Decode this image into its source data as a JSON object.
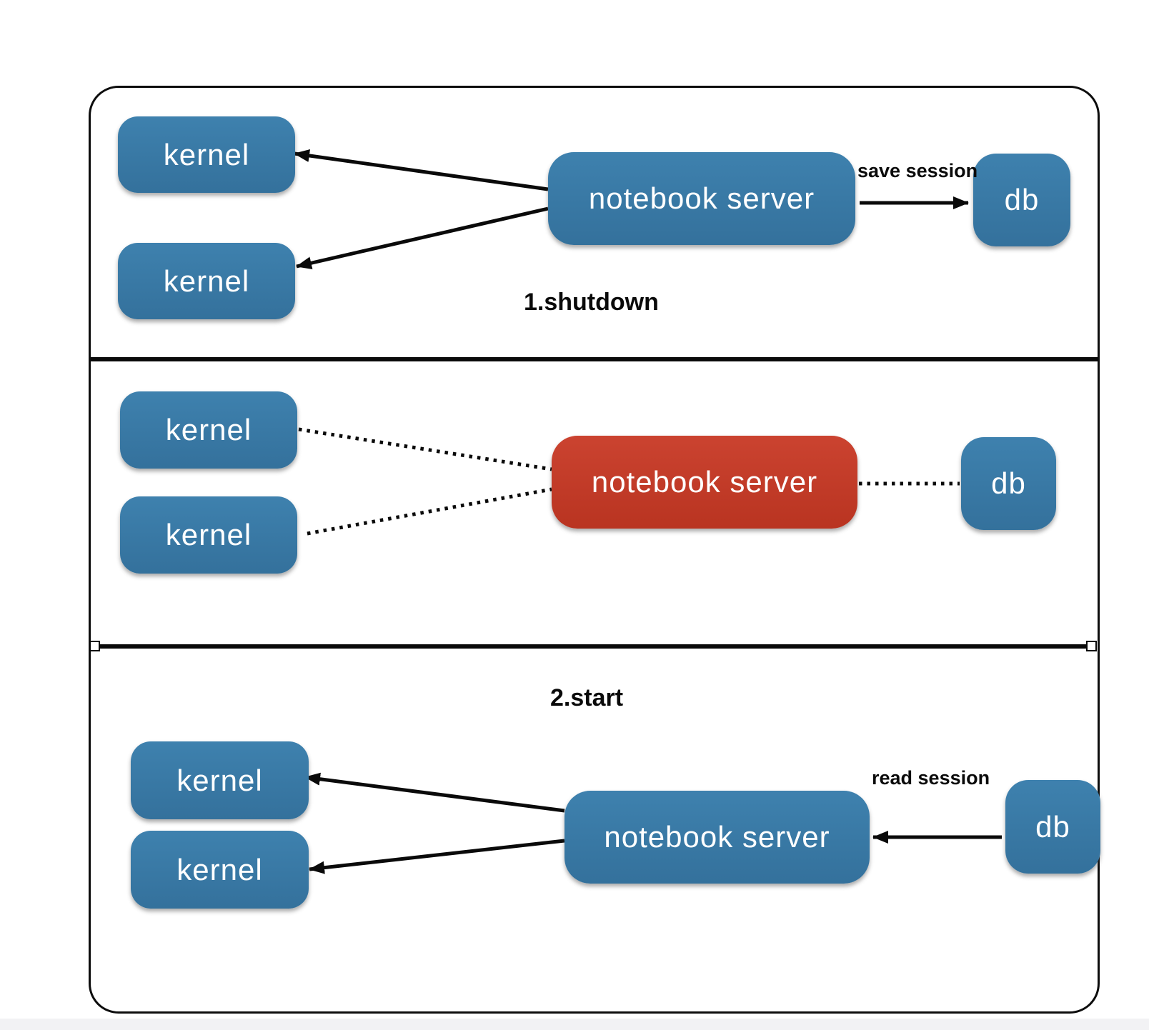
{
  "canvas": {
    "background": "#ffffff",
    "footer_strip_color": "#f2f2f4"
  },
  "colors": {
    "node_blue": "#3879A6",
    "node_red": "#C23A28",
    "line_black": "#0a0a0a",
    "node_text": "#ffffff"
  },
  "sections": [
    {
      "id": "shutdown",
      "caption": "1.shutdown",
      "nodes": {
        "kernel_top": "kernel",
        "kernel_bottom": "kernel",
        "server": "notebook server",
        "db": "db"
      },
      "edges": {
        "server_to_db_label": "save session",
        "style": "solid-arrows"
      }
    },
    {
      "id": "server-stopped",
      "caption": "",
      "nodes": {
        "kernel_top": "kernel",
        "kernel_bottom": "kernel",
        "server": "notebook server",
        "db": "db"
      },
      "edges": {
        "style": "dotted"
      }
    },
    {
      "id": "start",
      "caption": "2.start",
      "nodes": {
        "kernel_top": "kernel",
        "kernel_bottom": "kernel",
        "server": "notebook server",
        "db": "db"
      },
      "edges": {
        "db_to_server_label": "read session",
        "style": "solid-arrows"
      }
    }
  ]
}
